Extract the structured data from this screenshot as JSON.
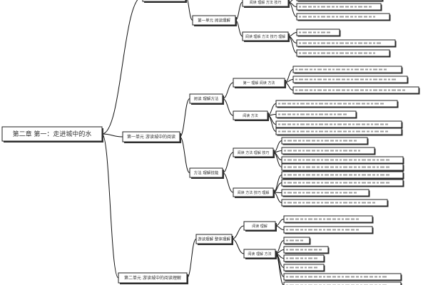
{
  "root": {
    "label": "第二章 第一：走进城中的水"
  },
  "level1": [
    {
      "label": "",
      "note": "top branch cut off by image edge"
    },
    {
      "label": "第一单元 游读城中的阅读"
    },
    {
      "label": "第二单元 游读城中的阅读理解"
    }
  ],
  "level2": [
    {
      "label": "第一单元 阅读理解"
    },
    {
      "label": "阅读 理解方法"
    },
    {
      "label": "方法 理解技能"
    },
    {
      "label": "游读理解 整体理解"
    }
  ],
  "level3": [
    {
      "label": "阅读 理解 方法 技巧"
    },
    {
      "label": "阅读 理解 方法 技巧 理解"
    },
    {
      "label": "第一 理解 阅读 方法"
    },
    {
      "label": "阅读 方法"
    },
    {
      "label": "阅读 方法 理解 技巧"
    },
    {
      "label": "阅读 方法 技巧 理解"
    },
    {
      "label": "阅读 理解"
    },
    {
      "label": "阅读 理解 方法"
    }
  ]
}
